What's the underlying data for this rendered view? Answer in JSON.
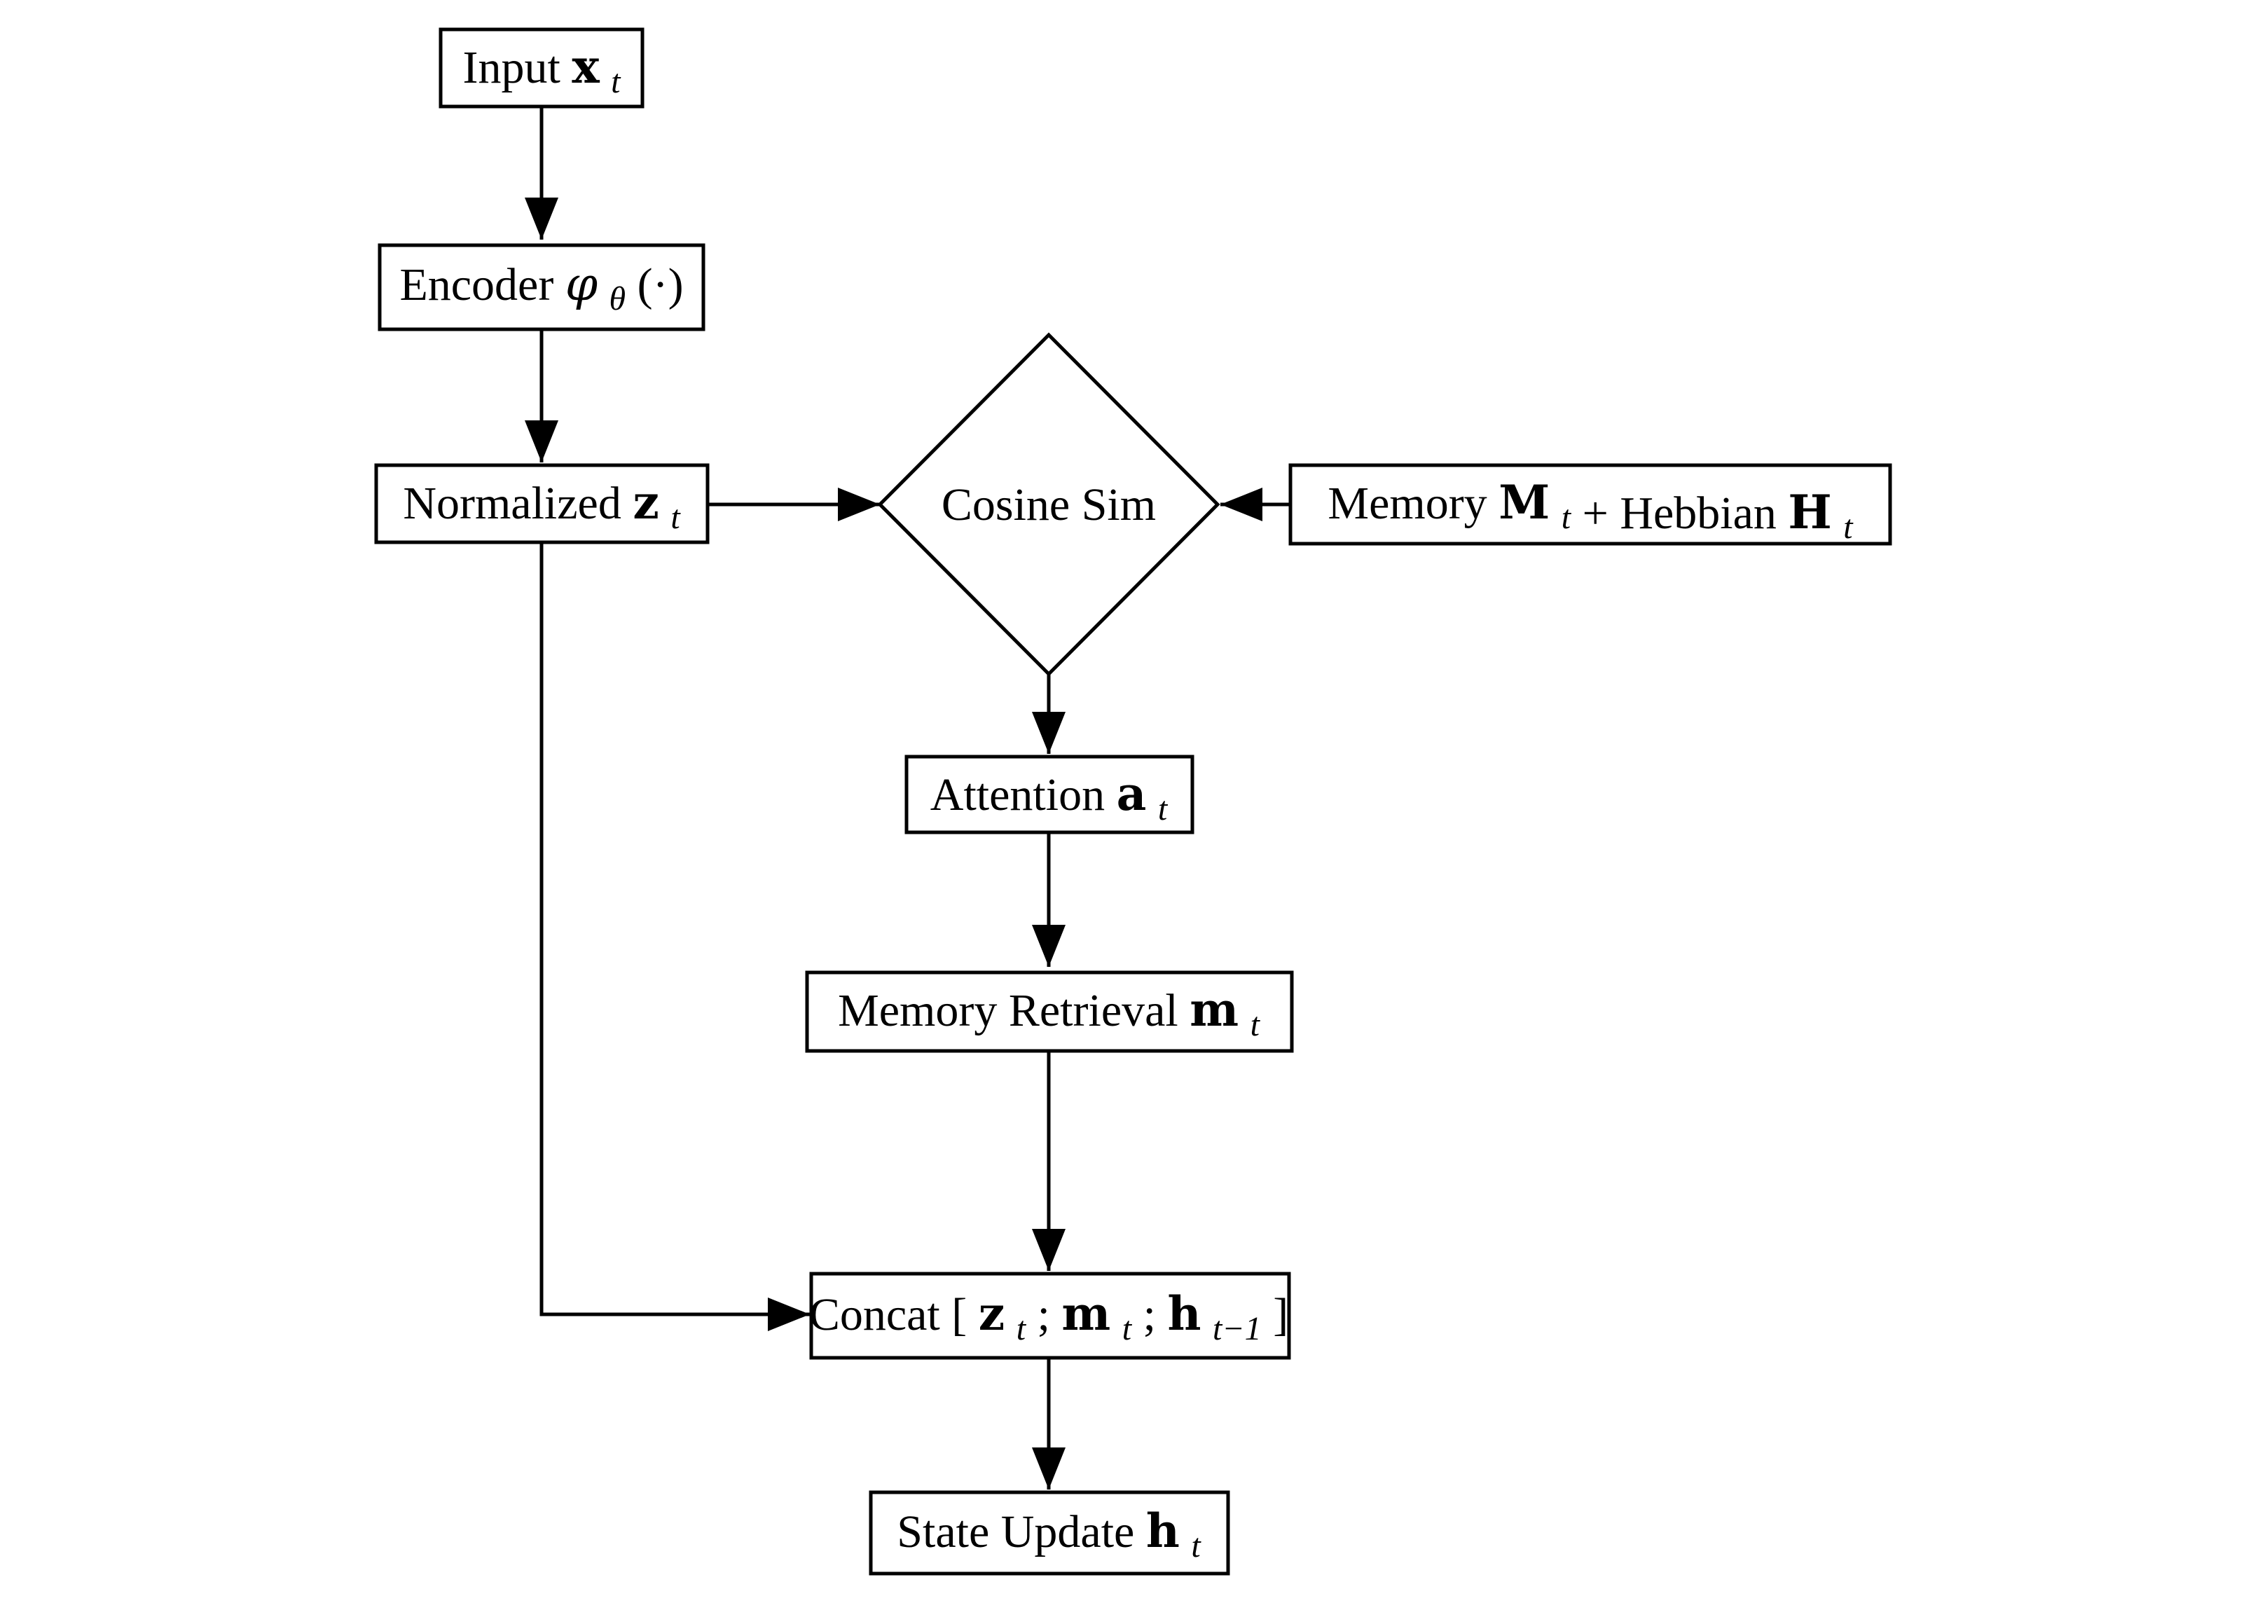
{
  "nodes": {
    "input": {
      "label": "Input",
      "var": "x",
      "sub": "t"
    },
    "encoder": {
      "label": "Encoder",
      "func": "φ",
      "sub": "θ",
      "arg": "(·)"
    },
    "normalized": {
      "label": "Normalized",
      "var": "z",
      "sub": "t"
    },
    "cosine": {
      "label": "Cosine Sim"
    },
    "memory": {
      "label": "Memory",
      "var1": "M",
      "sub1": "t",
      "plus": "+ Hebbian",
      "var2": "H",
      "sub2": "t"
    },
    "attention": {
      "label": "Attention",
      "var": "a",
      "sub": "t"
    },
    "retrieval": {
      "label": "Memory Retrieval",
      "var": "m",
      "sub": "t"
    },
    "concat": {
      "label": "Concat",
      "open": "[",
      "v1": "z",
      "s1": "t",
      "sep1": ";",
      "v2": "m",
      "s2": "t",
      "sep2": ";",
      "v3": "h",
      "s3": "t−1",
      "close": "]"
    },
    "state": {
      "label": "State Update",
      "var": "h",
      "sub": "t"
    }
  },
  "colors": {
    "stroke": "#000000",
    "background": "#ffffff"
  }
}
